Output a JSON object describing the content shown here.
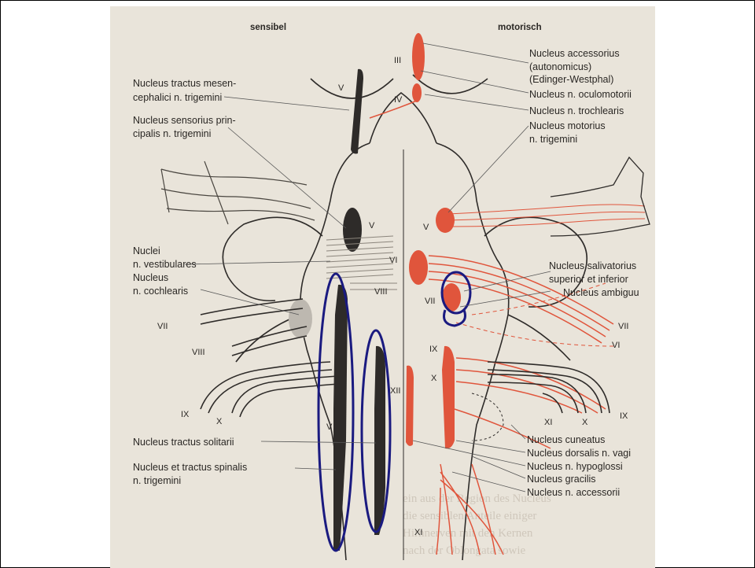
{
  "headers": {
    "left": "sensibel",
    "right": "motorisch"
  },
  "labels_left": {
    "mesencephalic": [
      "Nucleus tractus mesen-",
      "cephalici n. trigemini"
    ],
    "sensorius": [
      "Nucleus sensorius prin-",
      "cipalis n. trigemini"
    ],
    "vestibulares": [
      "Nuclei",
      "n. vestibulares"
    ],
    "cochlearis": [
      "Nucleus",
      "n. cochlearis"
    ],
    "solitarii": "Nucleus tractus solitarii",
    "spinalis": [
      "Nucleus et tractus spinalis",
      "n. trigemini"
    ]
  },
  "labels_right": {
    "accessorius_auto": [
      "Nucleus accessorius",
      "(autonomicus)",
      "(Edinger-Westphal)"
    ],
    "oculomotorii": "Nucleus n. oculomotorii",
    "trochlearis": "Nucleus n. trochlearis",
    "motorius": [
      "Nucleus motorius",
      "n. trigemini"
    ],
    "salivatorius": [
      "Nucleus salivatorius",
      "superior et inferior"
    ],
    "ambiguus": "Nucleus ambiguu",
    "cuneatus": "Nucleus cuneatus",
    "dorsalis": "Nucleus dorsalis n. vagi",
    "hypoglossi": "Nucleus n. hypoglossi",
    "gracilis": "Nucleus gracilis",
    "accessorii": "Nucleus n. accessorii"
  },
  "roman_numerals": {
    "III": "III",
    "IV": "IV",
    "V": "V",
    "VI": "VI",
    "VII": "VII",
    "VIII": "VIII",
    "IX": "IX",
    "X": "X",
    "XI": "XI",
    "XII": "XII"
  },
  "colors": {
    "sensory": "#2e2b29",
    "motor": "#e0553c",
    "highlight": "#1a1a80",
    "paper": "#e9e4da"
  }
}
